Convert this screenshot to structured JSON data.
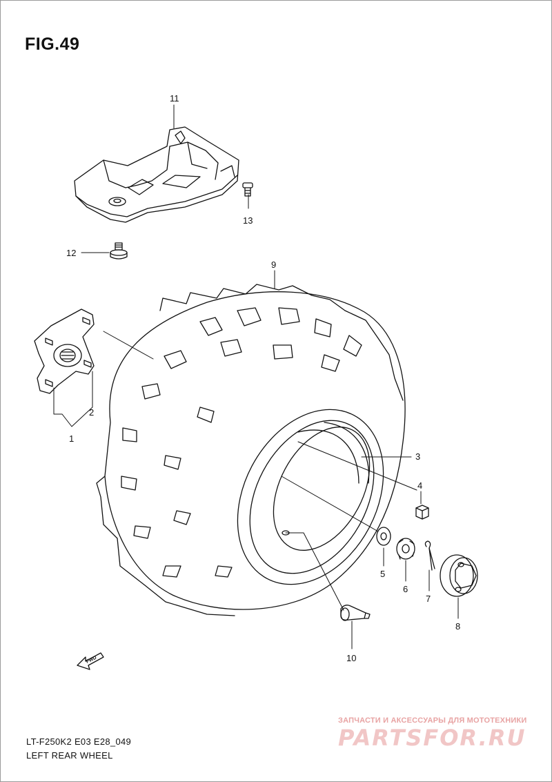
{
  "figure": {
    "title": "FIG.49"
  },
  "callouts": [
    {
      "id": "c1",
      "number": "1"
    },
    {
      "id": "c2",
      "number": "2"
    },
    {
      "id": "c3",
      "number": "3"
    },
    {
      "id": "c4",
      "number": "4"
    },
    {
      "id": "c5",
      "number": "5"
    },
    {
      "id": "c6",
      "number": "6"
    },
    {
      "id": "c7",
      "number": "7"
    },
    {
      "id": "c8",
      "number": "8"
    },
    {
      "id": "c9",
      "number": "9"
    },
    {
      "id": "c10",
      "number": "10"
    },
    {
      "id": "c11",
      "number": "11"
    },
    {
      "id": "c12",
      "number": "12"
    },
    {
      "id": "c13",
      "number": "13"
    }
  ],
  "direction_marker": {
    "label": "FWD"
  },
  "footer": {
    "model_code": "LT-F250K2 E03 E28_049",
    "section_name": "LEFT REAR WHEEL"
  },
  "watermark": {
    "tagline": "ЗАПЧАСТИ И АКСЕССУАРЫ ДЛЯ МОТОТЕХНИКИ",
    "logo_text": "PARTSFOR.RU"
  }
}
